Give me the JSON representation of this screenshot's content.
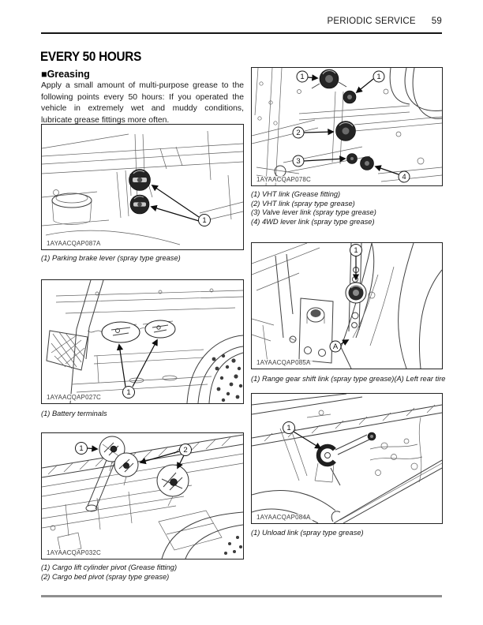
{
  "header": {
    "title": "PERIODIC SERVICE",
    "page_number": "59"
  },
  "section": {
    "title": "EVERY 50 HOURS"
  },
  "subsection": {
    "bullet": "■",
    "title": "Greasing",
    "body": "Apply a small amount of multi-purpose grease to the following points every 50 hours: If you operated the vehicle in extremely wet and muddy conditions, lubricate grease fittings more often."
  },
  "figures": [
    {
      "name": "parking-brake-lever",
      "label": "1AYAACQAP087A",
      "callouts": [
        "1"
      ],
      "captions": [
        "(1) Parking brake lever (spray type grease)"
      ]
    },
    {
      "name": "battery-terminals",
      "label": "1AYAACQAP027C",
      "callouts": [
        "1"
      ],
      "captions": [
        "(1) Battery terminals"
      ]
    },
    {
      "name": "cargo-lift-and-bed-pivots",
      "label": "1AYAACQAP032C",
      "callouts": [
        "1",
        "2"
      ],
      "captions": [
        "(1) Cargo lift cylinder pivot (Grease fitting)",
        "(2) Cargo bed pivot (spray type grease)"
      ]
    },
    {
      "name": "vht-and-lever-links",
      "label": "1AYAACQAP078C",
      "callouts": [
        "1",
        "1",
        "2",
        "3",
        "4"
      ],
      "captions": [
        "(1) VHT link (Grease fitting)",
        "(2) VHT link (spray type grease)",
        "(3) Valve lever link (spray type grease)",
        "(4) 4WD lever link (spray type grease)"
      ]
    },
    {
      "name": "range-gear-shift-link",
      "label": "1AYAACQAP085A",
      "callouts": [
        "1",
        "A"
      ],
      "captions": [
        "(1) Range gear shift link (spray type grease)",
        "(A) Left rear tire"
      ]
    },
    {
      "name": "unload-link",
      "label": "1AYAACQAP084A",
      "callouts": [
        "1"
      ],
      "captions": [
        "(1) Unload link (spray type grease)"
      ]
    }
  ]
}
